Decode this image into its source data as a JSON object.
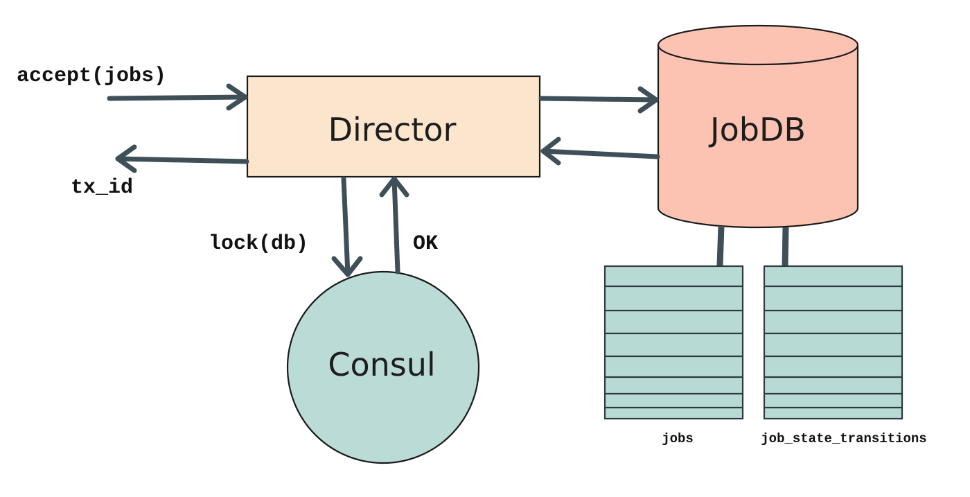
{
  "nodes": {
    "director": {
      "label": "Director",
      "color": "#fbe5cc"
    },
    "jobdb": {
      "label": "JobDB",
      "color": "#fcc2b2"
    },
    "consul": {
      "label": "Consul",
      "color": "#badbd6"
    }
  },
  "edges": {
    "accept": {
      "label": "accept(jobs)"
    },
    "tx_id": {
      "label": "tx_id"
    },
    "lock": {
      "label": "lock(db)"
    },
    "ok": {
      "label": "OK"
    }
  },
  "tables": {
    "jobs": {
      "label": "jobs"
    },
    "transitions": {
      "label": "job_state_transitions"
    },
    "color": "#b7dad4"
  },
  "colors": {
    "arrow": "#3f4f58",
    "outline": "#1a1a1a"
  }
}
